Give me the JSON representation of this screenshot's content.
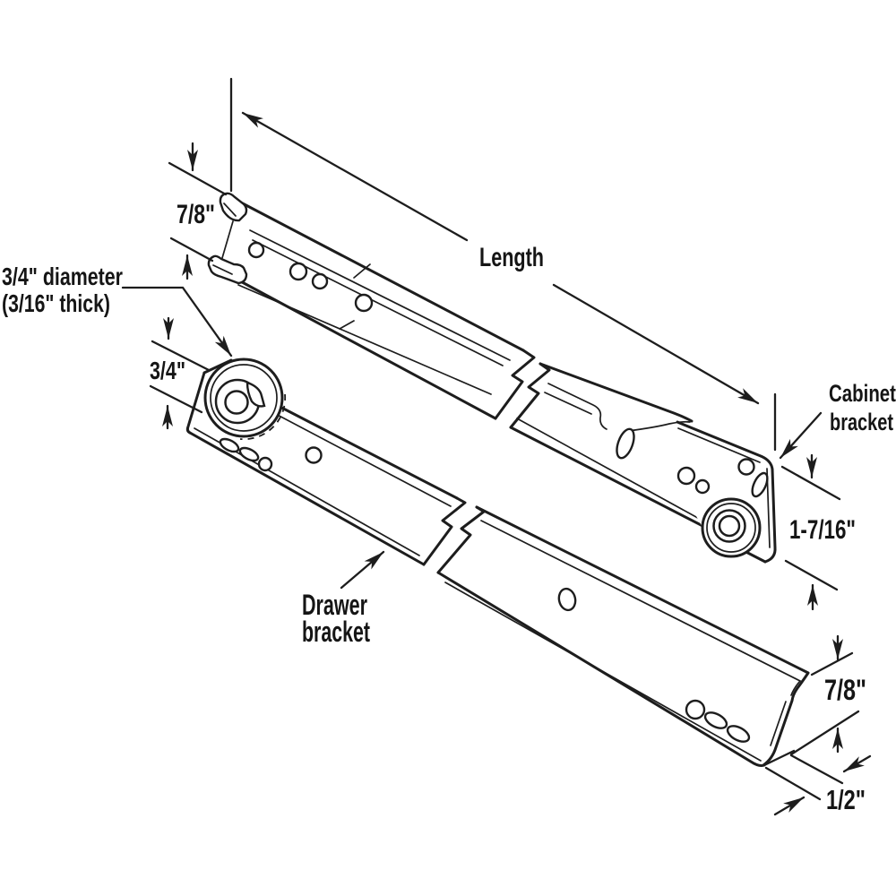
{
  "figure": {
    "type": "technical-line-diagram",
    "subject": "drawer track slide kit with cabinet and drawer brackets and nylon rollers",
    "background_color": "#ffffff",
    "line_color": "#1d1d1d",
    "text_color": "#151515"
  },
  "labels": {
    "length": "Length",
    "top_rail_height": "7/8\"",
    "roller_note_line1": "3/4\" diameter",
    "roller_note_line2": "(3/16\" thick)",
    "roller_diameter_dim": "3/4\"",
    "cabinet_bracket_line1": "Cabinet",
    "cabinet_bracket_line2": "bracket",
    "cabinet_bracket_height": "1-7/16\"",
    "drawer_bracket_line1": "Drawer",
    "drawer_bracket_line2": "bracket",
    "end_profile_height": "7/8\"",
    "flange_width": "1/2\""
  }
}
